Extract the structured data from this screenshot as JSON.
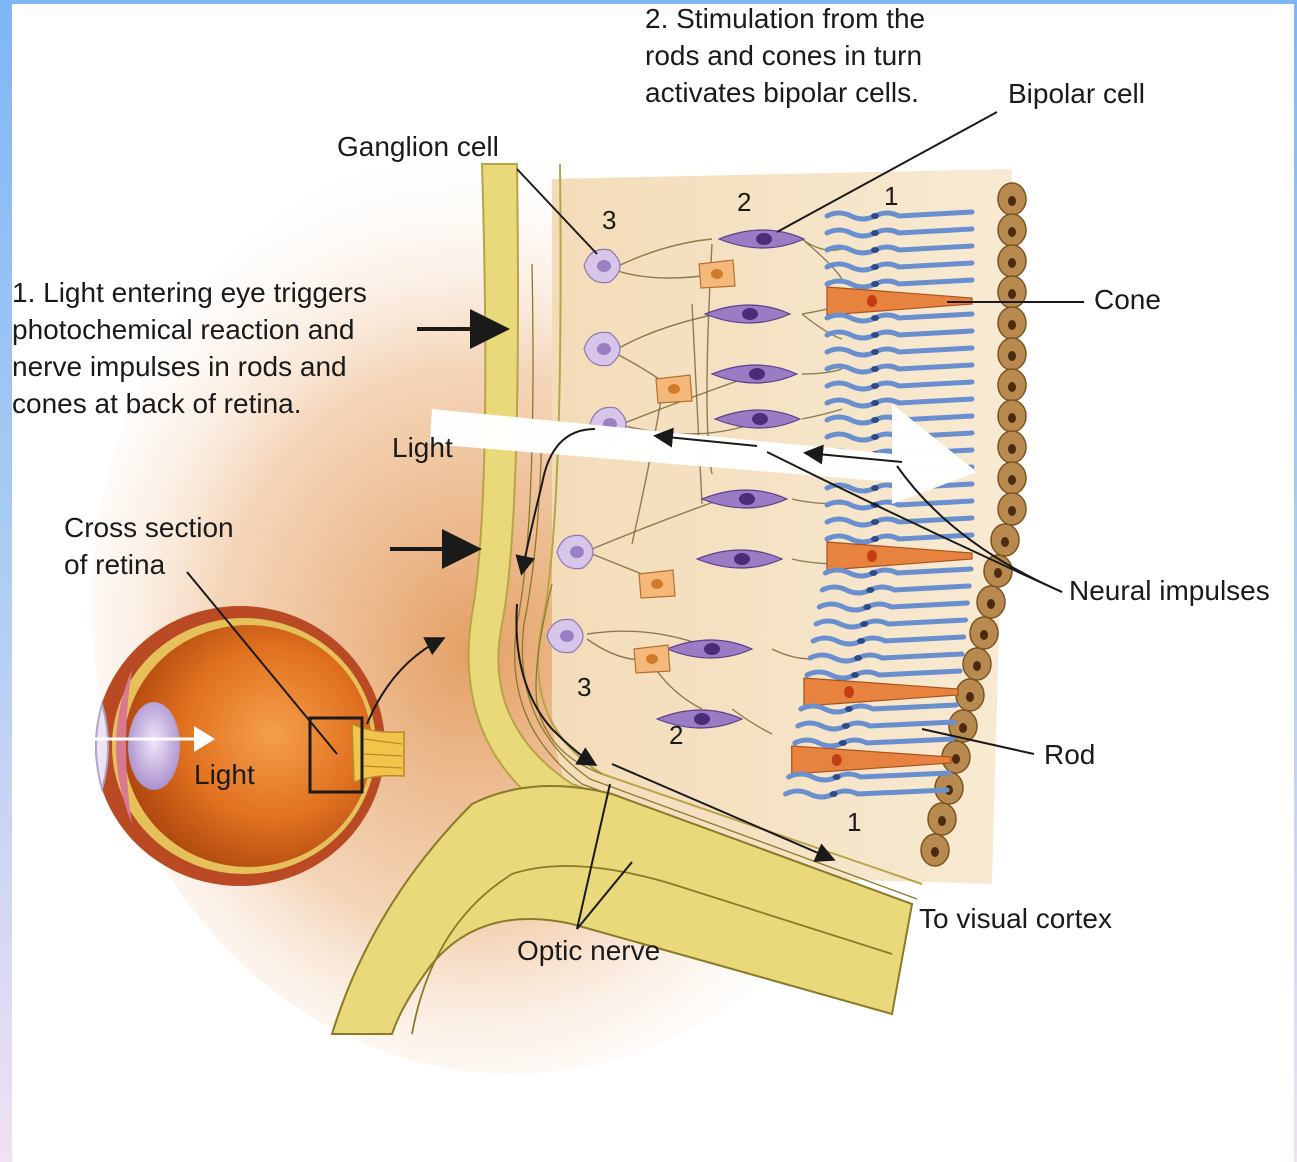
{
  "labels": {
    "stimulation_line1": "2. Stimulation from the",
    "stimulation_line2": "rods and cones in turn",
    "stimulation_line3": "activates bipolar cells.",
    "bipolar_cell": "Bipolar cell",
    "ganglion_cell": "Ganglion cell",
    "light_entering_line1": "1. Light entering eye triggers",
    "light_entering_line2": "photochemical reaction and",
    "light_entering_line3": "nerve impulses in rods and",
    "light_entering_line4": "cones at back of retina.",
    "cone": "Cone",
    "light_retina": "Light",
    "cross_section_line1": "Cross section",
    "cross_section_line2": "of retina",
    "neural_impulses": "Neural impulses",
    "rod": "Rod",
    "light_eye": "Light",
    "to_visual_cortex": "To visual cortex",
    "optic_nerve": "Optic nerve"
  },
  "layer_numbers": {
    "rods_cones_top": "1",
    "bipolar_top": "2",
    "ganglion_top": "3",
    "ganglion_bottom": "3",
    "bipolar_bottom": "2",
    "rods_cones_bottom": "1"
  },
  "colors": {
    "ganglion": "#d8c6ea",
    "bipolar": "#9a7cc4",
    "amacrine": "#f4b97a",
    "rod": "#6a8fcf",
    "cone": "#e8823f",
    "pigment": "#b88a4f",
    "nerve_fiber": "#e9d97a",
    "retina_bg": "#f6e6cc",
    "eyeball": "#e06a1c"
  }
}
